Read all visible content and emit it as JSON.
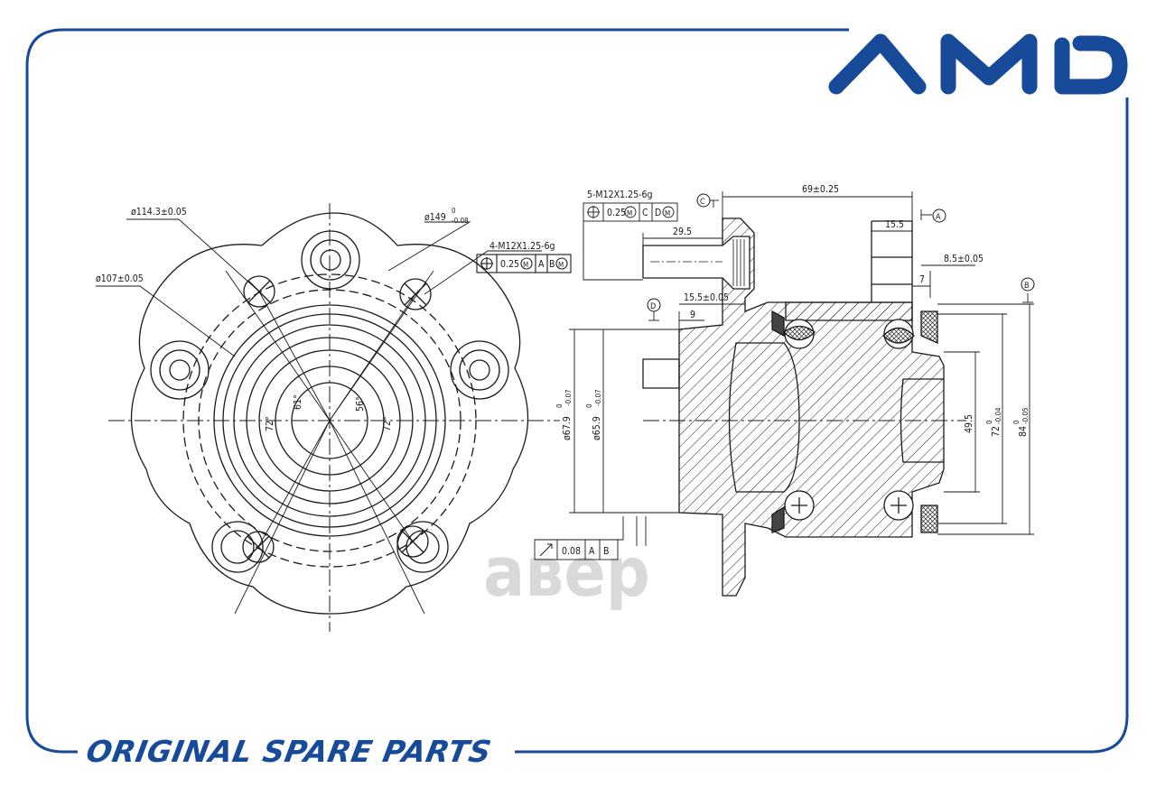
{
  "brand": {
    "logo_text": "AMD",
    "footer_text": "ORIGINAL SPARE PARTS",
    "watermark_text": "авер",
    "colors": {
      "frame": "#174a99",
      "logo": "#174a99",
      "line": "#1a1a1a",
      "watermark": "#d9d9d9"
    }
  },
  "front_view": {
    "dim_pcd_outer": "ø114.3±0.05",
    "dim_flange": "ø149",
    "dim_flange_tol_upper": "0",
    "dim_flange_tol_lower": "-0.08",
    "dim_pcd_inner": "ø107±0.05",
    "stud_callout": "4-M12X1.25-6g",
    "fcf_tol": "0.25",
    "fcf_ref1": "A",
    "fcf_ref2": "B",
    "modifier": "M",
    "angle_72_left": "72°",
    "angle_72_right": "72°",
    "angle_61": "61°",
    "angle_56": "56°"
  },
  "section_view": {
    "stud_callout": "5-M12X1.25-6g",
    "fcf_tol": "0.25",
    "fcf_ref1": "C",
    "fcf_ref2": "D",
    "datum_a": "A",
    "datum_b": "B",
    "datum_c": "C",
    "datum_d": "D",
    "dim_length": "69±0.25",
    "dim_flange_w": "15.5",
    "dim_stud": "29.5",
    "dim_pilot": "8.5±0.05",
    "dim_7": "7",
    "dim_flange_t": "15.5±0.05",
    "dim_9": "9",
    "dim_d679": "ø67.9",
    "dim_d659": "ø65.9",
    "dim_tol_zero": "0",
    "dim_tol_007": "-0.07",
    "dim_495": "49.5",
    "dim_72": "72",
    "dim_72_tol": "-0.04",
    "dim_84": "84",
    "dim_84_tol": "-0.05",
    "runout_tol": "0.08",
    "runout_ref1": "A",
    "runout_ref2": "B"
  }
}
